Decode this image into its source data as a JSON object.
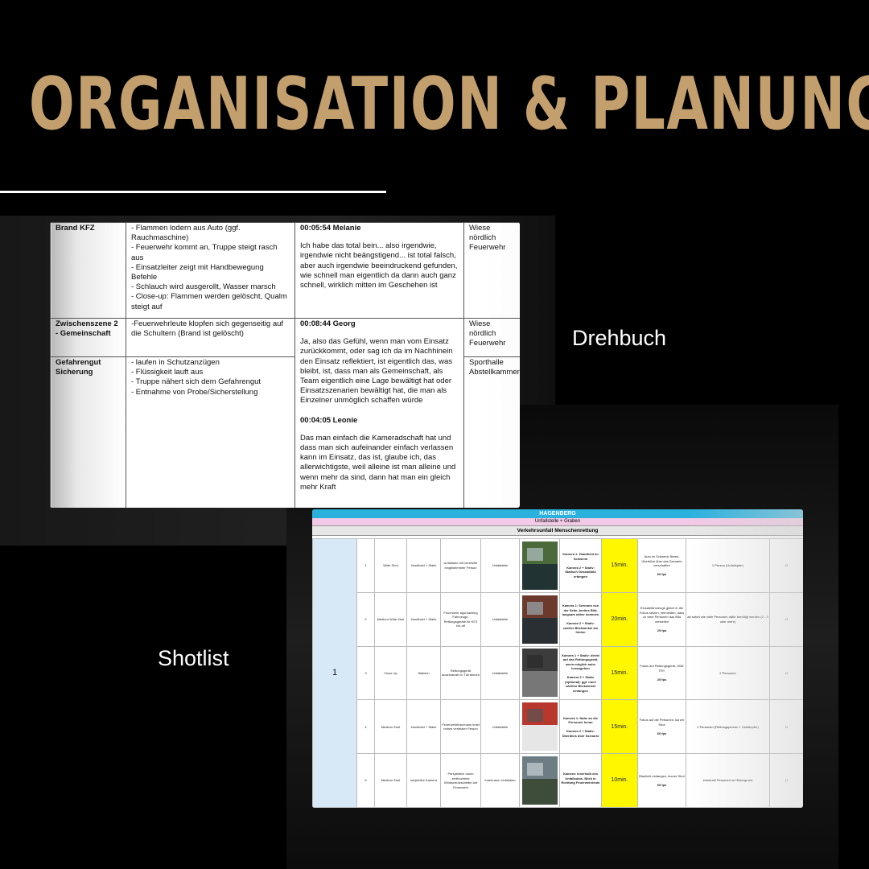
{
  "title": "ORGANISATION & PLANUNG",
  "labels": {
    "drehbuch": "Drehbuch",
    "shotlist": "Shotlist"
  },
  "drehbuch": {
    "rows": [
      {
        "scene": "Brand KFZ",
        "actions": [
          "- Flammen lodern aus Auto (ggf. Rauchmaschine)",
          "- Feuerwehr kommt an, Truppe steigt rasch aus",
          "- Einsatzleiter zeigt mit Handbewegung Befehle",
          "- Schlauch wird ausgerollt, Wasser marsch",
          "- Close-up: Flammen werden gelöscht, Qualm steigt auf"
        ],
        "speaker": "00:05:54 Melanie",
        "quote": "Ich habe das total bein... also irgendwie, irgendwie nicht beängstigend... ist total falsch, aber auch irgendwie beeindruckend gefunden, wie schnell man eigentlich da dann auch ganz schnell, wirklich mitten im Geschehen ist",
        "location": "Wiese nördlich Feuerwehr"
      },
      {
        "scene": "Zwischenszene 2 - Gemeinschaft",
        "actions": [
          "-Feuerwehrleute klopfen sich gegenseitig auf die Schultern (Brand ist gelöscht)"
        ],
        "speaker": "00:08:44 Georg",
        "quote": "Ja, also das Gefühl, wenn man vom Einsatz zurückkommt, oder sag ich da im Nachhinein den Einsatz reflektiert, ist eigentlich das, was bleibt, ist, dass man als Gemeinschaft, als Team eigentlich eine Lage bewältigt hat oder Einsatzszenarien bewältigt hat, die man als Einzelner unmöglich schaffen würde",
        "location": "Wiese nördlich Feuerwehr"
      },
      {
        "scene": "Gefahrengut Sicherung",
        "actions": [
          "- laufen in Schutzanzügen",
          "- Flüssigkeit lauft aus",
          "- Truppe nähert sich dem Gefahrengut",
          "- Entnahme von Probe/Sicherstellung"
        ],
        "speaker": "00:04:05 Leonie",
        "quote": "Das man einfach die Kameradschaft hat und dass man sich aufeinander einfach verlassen kann im Einsatz, das ist, glaube ich, das allerwichtigste, weil alleine ist man alleine und wenn mehr da sind, dann hat man ein gleich mehr Kraft",
        "location": "Sporthalle Abstellkammer"
      }
    ]
  },
  "shotlist": {
    "header": "HAGENBERG",
    "subheader": "Unfallstelle + Graben",
    "section": "Verkehrsunfall Menschenrettung",
    "scene_number": "1",
    "rows": [
      {
        "nr": "1",
        "size": "Wide Shot",
        "camera": "Handheld + Stativ",
        "description": "Unfallauto mit verletzter eingeklemmter Person",
        "location": "Unfallstelle",
        "setup_a": "Kamera 1: Handheld im Schwenk",
        "setup_b": "Kamera 2 + Stativ: Statisch Gesamtbild erfangen",
        "duration": "15min.",
        "notes": "Auto im Schwenk filmen, Überblick über das Szenario verschaffen",
        "fps": "60 fps",
        "people": "1 Person (Unfallopfer)",
        "done": "☐"
      },
      {
        "nr": "2",
        "size": "Medium Wide Shot",
        "camera": "Handheld + Stativ",
        "description": "Feuerwehr approaching Fahrzeuge, Rettungsgeräte für KFZ bis alt",
        "location": "Unfallstelle",
        "setup_a": "Kamera 1: Szenario von der Seite, breites Bild, langsam näher kommen",
        "setup_b": "Kamera 2 + Stativ: zweiter Blickwinkel am hinten",
        "duration": "20min.",
        "notes": "Einsatzfahrzeuge gleich in die Fokus setzen, vermeiden, dass zu viele Personen das Bild verstellen",
        "fps": "25 fps",
        "people": "ab sofort wie viele Personen dafür benötigt werden (2 - 3 oder mehr)",
        "done": "☐"
      },
      {
        "nr": "3",
        "size": "Close Up",
        "camera": "Statisch",
        "description": "Rettungsgerät auseinander in Türrahmen",
        "location": "Unfallstelle",
        "setup_a": "Kamera 1 + Stativ: direkt auf das Rettungsgerät, wenn möglich nahe herangehen",
        "setup_b": "Kamera 2 + Stativ (optional): ggf. noch zweiten Blickwinkel einfangen",
        "duration": "15min.",
        "notes": "Fokus auf Rettungsgerät, ONE TRY",
        "fps": "25 fps",
        "people": "2 Personen",
        "done": "☐"
      },
      {
        "nr": "4",
        "size": "Medium Shot",
        "camera": "Handheld + Stativ",
        "description": "Feuerwehrfrau/mann kniet neben verletzter Person",
        "location": "Unfallstelle",
        "setup_a": "Kamera 1: Nahe an die Personen heran",
        "setup_b": "Kamera 2 + Stativ: Überblick über Szenario",
        "duration": "15min.",
        "notes": "Fokus auf die Personen, kurzer Shot",
        "fps": "60 fps",
        "people": "2 Personen (Rettungsperson + Unfallopfer)",
        "done": "☐"
      },
      {
        "nr": "5",
        "size": "Medium Shot",
        "camera": "subjektive Kamera",
        "description": "Perspektive durch zerbrochene Windschutzscheibe auf Feuerwehr",
        "location": "Innenraum Unfallauto",
        "setup_a": "Kamera: innerhalb des Unfallautos, Blick in Richtung Feuerwehrleute",
        "setup_b": "",
        "duration": "10min.",
        "notes": "Blaulicht einfangen, kurzer Shot",
        "fps": "60 fps",
        "people": "eventuell Personen im Hintergrund",
        "done": "☐"
      }
    ]
  }
}
